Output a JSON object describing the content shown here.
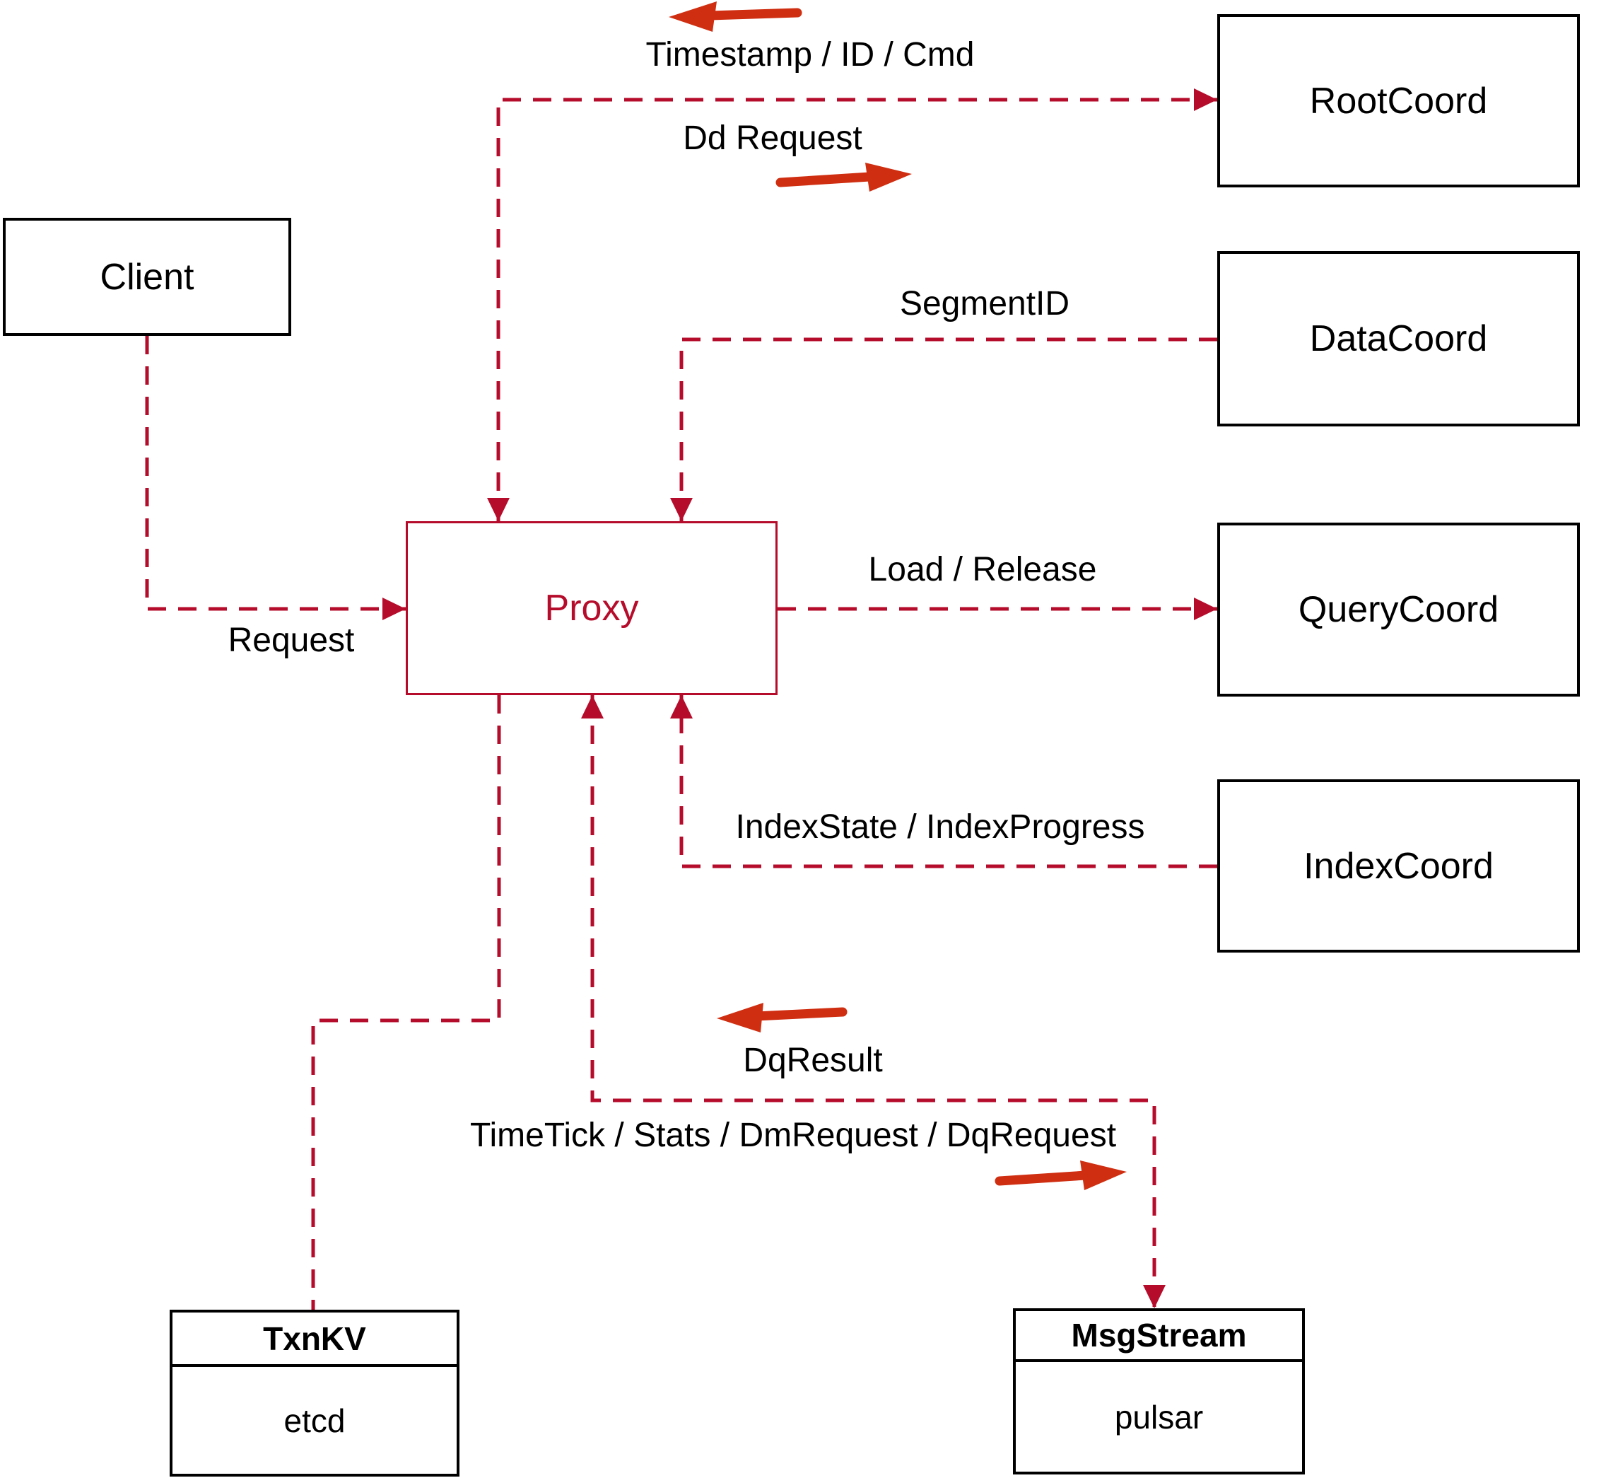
{
  "diagram": {
    "nodes": {
      "client": {
        "label": "Client"
      },
      "proxy": {
        "label": "Proxy"
      },
      "rootcoord": {
        "label": "RootCoord"
      },
      "datacoord": {
        "label": "DataCoord"
      },
      "querycoord": {
        "label": "QueryCoord"
      },
      "indexcoord": {
        "label": "IndexCoord"
      },
      "txnkv": {
        "title": "TxnKV",
        "impl": "etcd"
      },
      "msgstream": {
        "title": "MsgStream",
        "impl": "pulsar"
      }
    },
    "edge_labels": {
      "timestamp_id_cmd": "Timestamp / ID / Cmd",
      "dd_request": "Dd Request",
      "segment_id": "SegmentID",
      "request": "Request",
      "load_release": "Load / Release",
      "index_state": "IndexState / IndexProgress",
      "dq_result": "DqResult",
      "time_tick": "TimeTick / Stats / DmRequest / DqRequest"
    },
    "colors": {
      "line": "#b60c2b",
      "arrow": "#cf2e11",
      "box_border": "#000000",
      "text": "#000000",
      "background": "#ffffff"
    }
  }
}
